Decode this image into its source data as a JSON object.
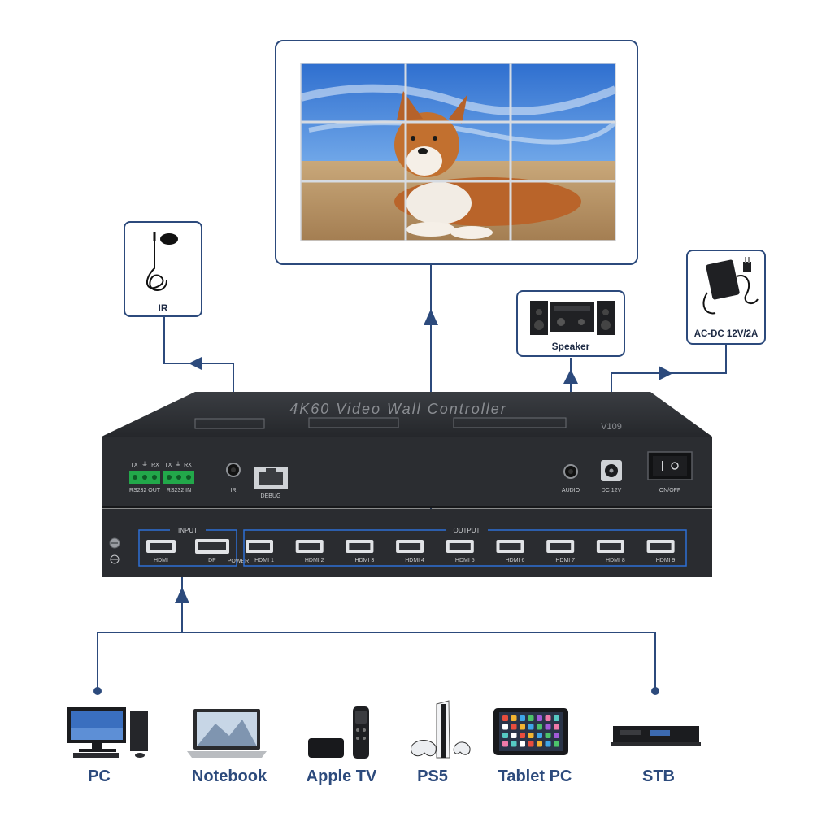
{
  "controller": {
    "title": "4K60 Video Wall Controller",
    "model": "V109",
    "rear_ports": {
      "rs232_out_pins": [
        "TX",
        "⏚",
        "RX"
      ],
      "rs232_out_label": "RS232 OUT",
      "rs232_in_pins": [
        "TX",
        "⏚",
        "RX"
      ],
      "rs232_in_label": "RS232 IN",
      "ir": "IR",
      "debug": "DEBUG",
      "audio": "AUDIO",
      "dc": "DC 12V",
      "switch": "ON/OFF"
    },
    "input_group": "INPUT",
    "output_group": "OUTPUT",
    "power": "POWER",
    "inputs": [
      "HDMI",
      "DP"
    ],
    "outputs": [
      "HDMI 1",
      "HDMI 2",
      "HDMI 3",
      "HDMI 4",
      "HDMI 5",
      "HDMI 6",
      "HDMI 7",
      "HDMI 8",
      "HDMI 9"
    ]
  },
  "accessories": {
    "ir": "IR",
    "speaker": "Speaker",
    "power_adapter": "AC-DC 12V/2A"
  },
  "sources": [
    "PC",
    "Notebook",
    "Apple TV",
    "PS5",
    "Tablet PC",
    "STB"
  ],
  "colors": {
    "accent": "#2c4a7c",
    "device_body": "#2a2c30",
    "connector_green": "#22a84a"
  }
}
